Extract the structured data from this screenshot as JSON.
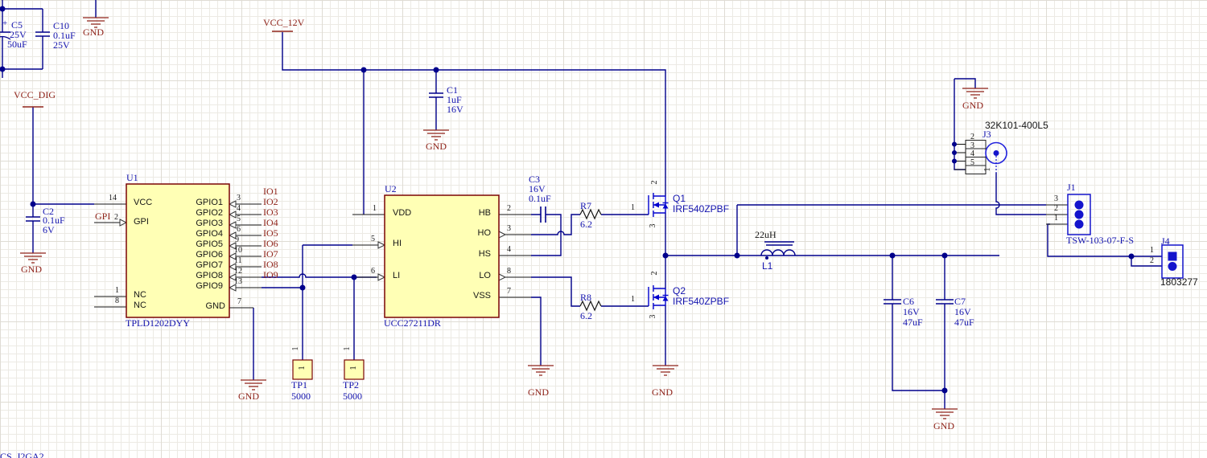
{
  "power": {
    "gnd": "GND",
    "vcc_dig": "VCC_DIG",
    "vcc_12v": "VCC_12V"
  },
  "net_labels": {
    "gpi": "GPI",
    "io": [
      "IO1",
      "IO2",
      "IO3",
      "IO4",
      "IO5",
      "IO6",
      "IO7",
      "IO8",
      "IO9"
    ]
  },
  "parts": {
    "c5": {
      "pol": "+",
      "ref": "C5",
      "v": "25V",
      "val": "50uF"
    },
    "c10": {
      "ref": "C10",
      "val": "0.1uF",
      "v": "25V"
    },
    "c2": {
      "ref": "C2",
      "val": "0.1uF",
      "v": "6V"
    },
    "c1": {
      "ref": "C1",
      "val": "1uF",
      "v": "16V"
    },
    "c3": {
      "ref": "C3",
      "v": "16V",
      "val": "0.1uF"
    },
    "c6": {
      "ref": "C6",
      "v": "16V",
      "val": "47uF"
    },
    "c7": {
      "ref": "C7",
      "v": "16V",
      "val": "47uF"
    },
    "r7": {
      "ref": "R7",
      "val": "6.2"
    },
    "r8": {
      "ref": "R8",
      "val": "6.2"
    },
    "l1": {
      "ref": "L1",
      "val": "22uH"
    },
    "q1": {
      "ref": "Q1",
      "part": "IRF540ZPBF",
      "pin_g": "1",
      "pin_d": "2",
      "pin_s": "3"
    },
    "q2": {
      "ref": "Q2",
      "part": "IRF540ZPBF",
      "pin_g": "1",
      "pin_d": "2",
      "pin_s": "3"
    },
    "tp1": {
      "ref": "TP1",
      "val": "5000",
      "pin": "1"
    },
    "tp2": {
      "ref": "TP2",
      "val": "5000",
      "pin": "1"
    },
    "u1": {
      "ref": "U1",
      "part": "TPLD1202DYY",
      "pins_left": [
        {
          "n": "14",
          "name": "VCC"
        },
        {
          "n": "2",
          "name": "GPI"
        },
        {
          "n": "1",
          "name": "NC"
        },
        {
          "n": "8",
          "name": "NC"
        },
        {
          "n": "7",
          "name": "GND"
        }
      ],
      "pins_right": [
        {
          "n": "3",
          "name": "GPIO1"
        },
        {
          "n": "4",
          "name": "GPIO2"
        },
        {
          "n": "5",
          "name": "GPIO3"
        },
        {
          "n": "6",
          "name": "GPIO4"
        },
        {
          "n": "9",
          "name": "GPIO5"
        },
        {
          "n": "10",
          "name": "GPIO6"
        },
        {
          "n": "11",
          "name": "GPIO7"
        },
        {
          "n": "12",
          "name": "GPIO8"
        },
        {
          "n": "13",
          "name": "GPIO9"
        }
      ]
    },
    "u2": {
      "ref": "U2",
      "part": "UCC27211DR",
      "pins_left": [
        {
          "n": "1",
          "name": "VDD"
        },
        {
          "n": "5",
          "name": "HI"
        },
        {
          "n": "6",
          "name": "LI"
        }
      ],
      "pins_right": [
        {
          "n": "2",
          "name": "HB"
        },
        {
          "n": "3",
          "name": "HO"
        },
        {
          "n": "4",
          "name": "HS"
        },
        {
          "n": "8",
          "name": "LO"
        },
        {
          "n": "7",
          "name": "VSS"
        }
      ]
    },
    "j1": {
      "ref": "J1",
      "part": "TSW-103-07-F-S",
      "pins": [
        "3",
        "2",
        "1"
      ]
    },
    "j3": {
      "ref": "J3",
      "part": "32K101-400L5",
      "pins": [
        "2",
        "3",
        "4",
        "5"
      ],
      "pin1": "1"
    },
    "j4": {
      "ref": "J4",
      "part": "1803277",
      "pins": [
        "1",
        "2"
      ]
    }
  },
  "misc": {
    "partial_bottom_text": "CS_J2GA2"
  }
}
